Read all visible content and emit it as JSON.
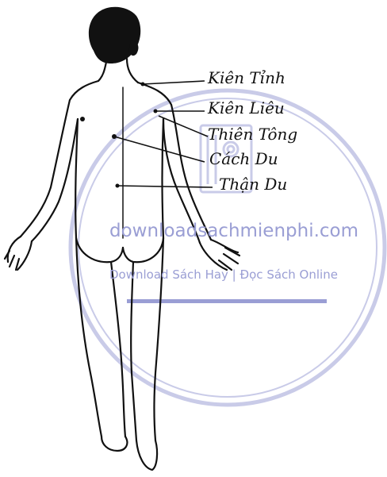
{
  "labels": {
    "kien_tinh": "Kiên Tỉnh",
    "kien_lieu": "Kiên Liêu",
    "thien_tong": "Thiên Tông",
    "cach_du": "Cách Du",
    "than_du": "Thận Du"
  },
  "watermark": {
    "domain": "downloadsachmienphi.com",
    "tagline": "Download Sách Hay | Đọc Sách Online",
    "color": "#9a9ed4"
  },
  "colors": {
    "ink": "#111111",
    "background": "#ffffff"
  }
}
